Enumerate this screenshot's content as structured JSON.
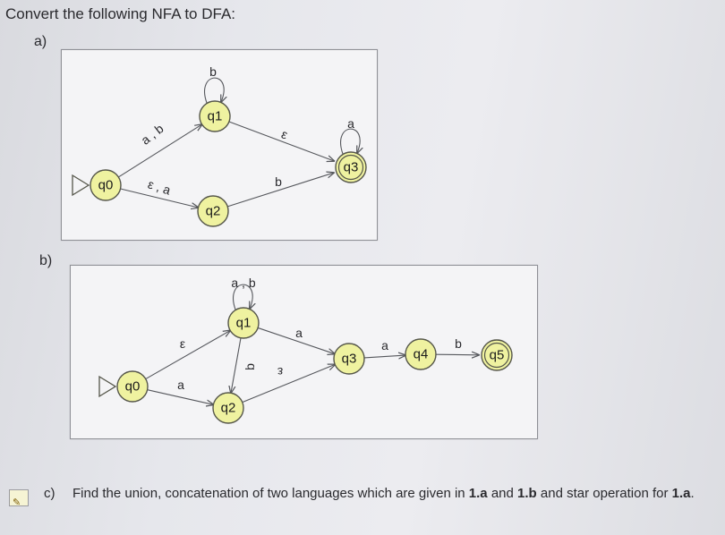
{
  "heading": "Convert the following NFA to DFA:",
  "part_a": {
    "label": "a)",
    "states": [
      {
        "id": "q0",
        "label": "q0",
        "start": true,
        "accepting": false
      },
      {
        "id": "q1",
        "label": "q1",
        "start": false,
        "accepting": false
      },
      {
        "id": "q2",
        "label": "q2",
        "start": false,
        "accepting": false
      },
      {
        "id": "q3",
        "label": "q3",
        "start": false,
        "accepting": true
      }
    ],
    "transitions": [
      {
        "from": "q0",
        "to": "q1",
        "label": "a , b"
      },
      {
        "from": "q0",
        "to": "q2",
        "label": "ε , a"
      },
      {
        "from": "q1",
        "to": "q1",
        "label": "b"
      },
      {
        "from": "q1",
        "to": "q3",
        "label": "ε"
      },
      {
        "from": "q2",
        "to": "q3",
        "label": "b"
      },
      {
        "from": "q3",
        "to": "q3",
        "label": "a"
      }
    ]
  },
  "part_b": {
    "label": "b)",
    "states": [
      {
        "id": "q0",
        "label": "q0",
        "start": true,
        "accepting": false
      },
      {
        "id": "q1",
        "label": "q1",
        "start": false,
        "accepting": false
      },
      {
        "id": "q2",
        "label": "q2",
        "start": false,
        "accepting": false
      },
      {
        "id": "q3",
        "label": "q3",
        "start": false,
        "accepting": false
      },
      {
        "id": "q4",
        "label": "q4",
        "start": false,
        "accepting": false
      },
      {
        "id": "q5",
        "label": "q5",
        "start": false,
        "accepting": true
      }
    ],
    "transitions": [
      {
        "from": "q0",
        "to": "q1",
        "label": "ε"
      },
      {
        "from": "q0",
        "to": "q2",
        "label": "a"
      },
      {
        "from": "q1",
        "to": "q1",
        "label": "a , b"
      },
      {
        "from": "q1",
        "to": "q2",
        "label": "b"
      },
      {
        "from": "q1",
        "to": "q3",
        "label": "a"
      },
      {
        "from": "q2",
        "to": "q3",
        "label": "ε"
      },
      {
        "from": "q3",
        "to": "q4",
        "label": "a"
      },
      {
        "from": "q4",
        "to": "q5",
        "label": "b"
      }
    ]
  },
  "question": {
    "marker": "c)",
    "text_1": "Find the union, concatenation of two languages which are given in ",
    "ref_1": "1.a",
    "text_2": " and ",
    "ref_2": "1.b",
    "text_3": " and star operation for ",
    "ref_3": "1.a",
    "text_4": "."
  }
}
